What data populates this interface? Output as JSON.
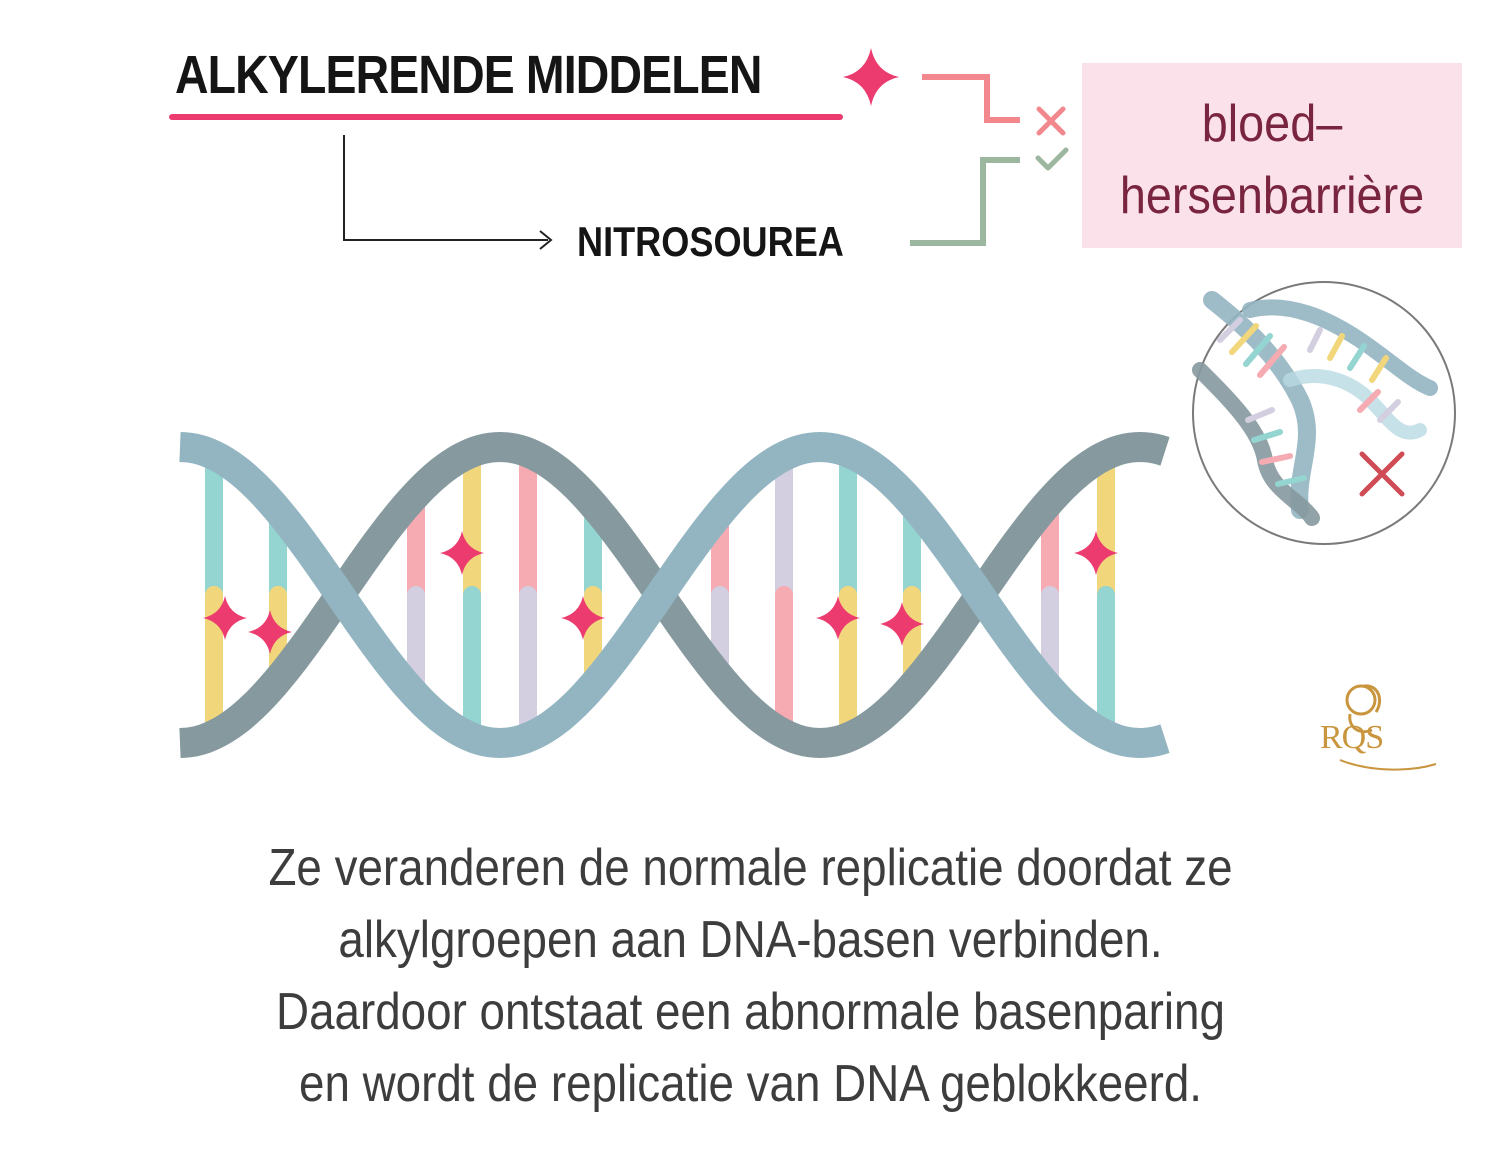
{
  "header": {
    "title": "ALKYLERENDE MIDDELEN",
    "subtitle": "NITROSOUREA"
  },
  "barrier": {
    "line1": "bloed–",
    "line2": "hersenbarrière",
    "blocked_icon": "cross-icon",
    "passes_icon": "check-icon"
  },
  "caption": {
    "line1": "Ze veranderen de normale replicatie doordat ze",
    "line2": "alkylgroepen aan DNA-basen verbinden.",
    "line3": "Daardoor ontstaat een abnormale basenparing",
    "line4": "en wordt de replicatie van DNA geblokkeerd."
  },
  "logo": {
    "text": "RQS"
  },
  "colors": {
    "accent_pink": "#ec3c6f",
    "blocked_line": "#f2878e",
    "passes_line": "#9bb7a0",
    "barrier_bg": "#fbe2ea",
    "barrier_text": "#7a2540",
    "dna_strand_front": "#93b5c1",
    "dna_strand_back": "#85999e",
    "base_teal": "#94d4d1",
    "base_yellow": "#f2d67c",
    "base_pink": "#f6aab2",
    "base_lavender": "#d3cfe0",
    "logo_gold": "#c9953e"
  }
}
